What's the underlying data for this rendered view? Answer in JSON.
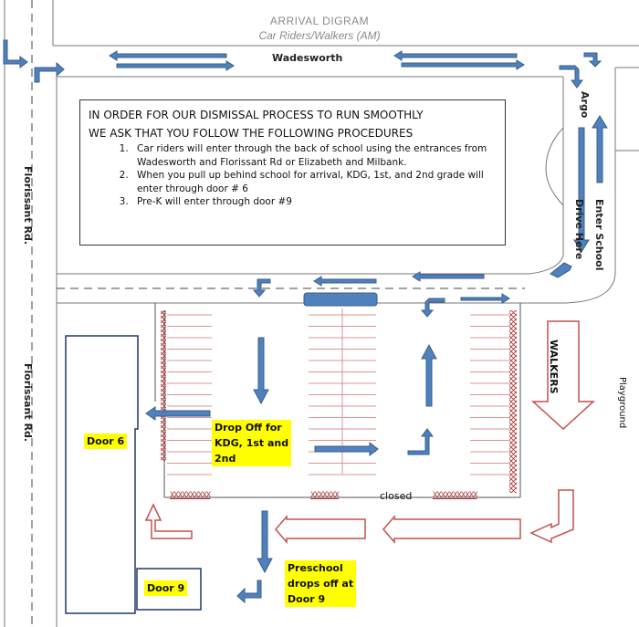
{
  "title": {
    "line1": "ARRIVAL DIGRAM",
    "line2": "Car Riders/Walkers (AM)"
  },
  "streets": {
    "top": "Wadesworth",
    "left_upper": "Florissant Rd.",
    "left_lower": "Florissant Rd.",
    "right": "Argo"
  },
  "drive_labels": {
    "drive_here": "Drive Here",
    "enter_school": "Enter School"
  },
  "instructions": {
    "heading_line1": "IN ORDER FOR OUR DISMISSAL PROCESS TO RUN SMOOTHLY",
    "heading_line2": "WE ASK THAT YOU FOLLOW THE FOLLOWING PROCEDURES",
    "items": [
      "Car riders will enter through the back of school using the entrances from Wadesworth and Florissant Rd or Elizabeth and Milbank.",
      "When you pull up behind school for arrival, KDG, 1st, and 2nd grade will enter through door # 6",
      "Pre-K will enter through door #9"
    ]
  },
  "labels": {
    "drop_off_line1": "Drop Off for",
    "drop_off_line2": "KDG, 1st and",
    "drop_off_line3": "2nd",
    "door6": "Door 6",
    "door9": "Door 9",
    "preschool_line1": "Preschool",
    "preschool_line2": "drops off at",
    "preschool_line3": "Door 9",
    "closed": "closed",
    "walkers": "WALKERS",
    "playground": "Playground",
    "barrier_left": "XXXXXXXXXX",
    "barrier_mid": "XXXXXXX",
    "barrier_right": "XXXXXXXXXXX"
  },
  "colors": {
    "car_arrow": "#4f81bd",
    "car_arrow_outline": "#385d8a",
    "walker_arrow": "#c0504d",
    "parking_line": "#d99594",
    "highlight": "#ffff00",
    "building": "#1f3864"
  }
}
